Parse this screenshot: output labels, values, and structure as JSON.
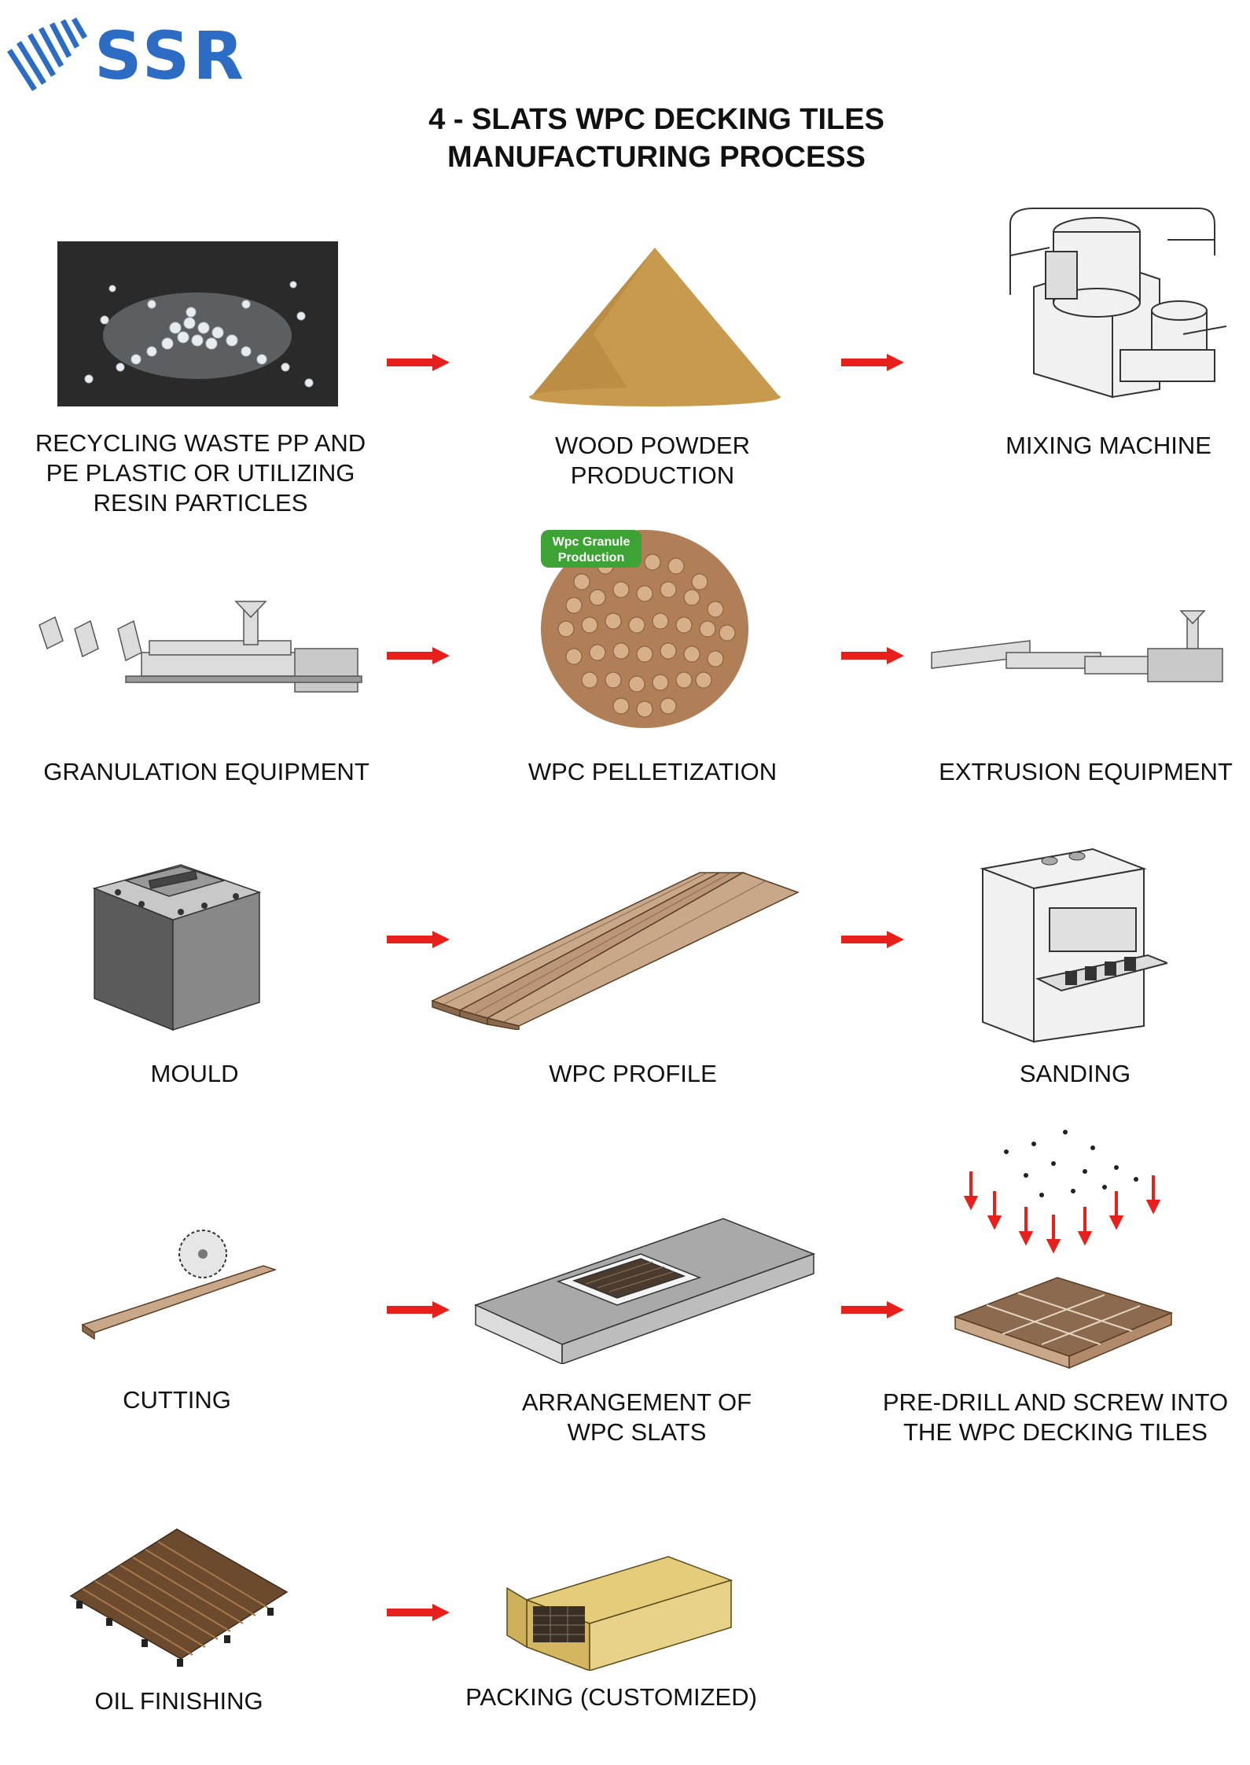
{
  "logo": {
    "text": "SSR",
    "color": "#2c6cc4"
  },
  "title": {
    "line1": "4 - SLATS WPC DECKING TILES",
    "line2": "MANUFACTURING PROCESS"
  },
  "colors": {
    "arrow": "#e8201c",
    "wood": "#a8784c",
    "wood_dark": "#6b4a2e",
    "powder": "#c79a4e"
  },
  "steps": [
    {
      "lines": [
        "RECYCLING WASTE PP AND",
        "PE PLASTIC OR UTILIZING",
        "RESIN PARTICLES"
      ]
    },
    {
      "lines": [
        "WOOD POWDER",
        "PRODUCTION"
      ]
    },
    {
      "lines": [
        "MIXING MACHINE"
      ]
    },
    {
      "lines": [
        "GRANULATION EQUIPMENT"
      ]
    },
    {
      "lines": [
        "WPC PELLETIZATION"
      ],
      "badge": [
        "Wpc Granule",
        "Production"
      ]
    },
    {
      "lines": [
        "EXTRUSION EQUIPMENT"
      ]
    },
    {
      "lines": [
        "MOULD"
      ]
    },
    {
      "lines": [
        "WPC PROFILE"
      ]
    },
    {
      "lines": [
        "SANDING"
      ]
    },
    {
      "lines": [
        "CUTTING"
      ]
    },
    {
      "lines": [
        "ARRANGEMENT OF",
        "WPC SLATS"
      ]
    },
    {
      "lines": [
        "PRE-DRILL AND SCREW INTO",
        "THE WPC DECKING TILES"
      ]
    },
    {
      "lines": [
        "OIL FINISHING"
      ]
    },
    {
      "lines": [
        "PACKING (CUSTOMIZED)"
      ]
    }
  ]
}
